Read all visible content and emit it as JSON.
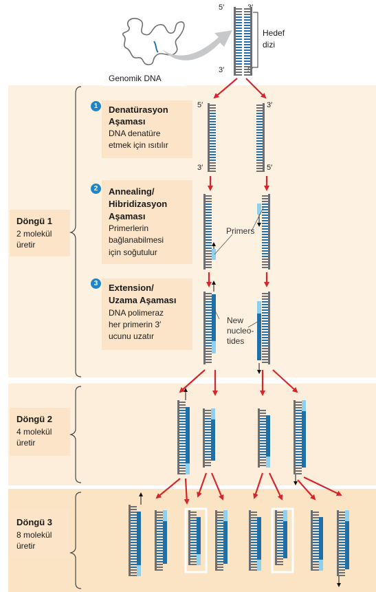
{
  "top": {
    "genomic_label": "Genomik DNA",
    "target_label_1": "Hedef",
    "target_label_2": "dizi",
    "p5": "5′",
    "p3": "3′"
  },
  "cycles": [
    {
      "title": "Döngü 1",
      "line1": "2 molekül",
      "line2": "üretir"
    },
    {
      "title": "Döngü 2",
      "line1": "4 molekül",
      "line2": "üretir"
    },
    {
      "title": "Döngü 3",
      "line1": "8 molekül",
      "line2": "üretir"
    }
  ],
  "steps": [
    {
      "num": "1",
      "t1": "Denatürasyon",
      "t2": "Aşaması",
      "d1": "DNA denatüre",
      "d2": "etmek için ısıtılır",
      "d3": ""
    },
    {
      "num": "2",
      "t1": "Annealing/",
      "t2": "Hibridizasyon",
      "t3": "Aşaması",
      "d1": "Primerlerin",
      "d2": "bağlanabilmesi",
      "d3": "için soğutulur"
    },
    {
      "num": "3",
      "t1": "Extension/",
      "t2": "Uzama Aşaması",
      "d1": "DNA polimeraz",
      "d2": "her primerin 3′",
      "d3": "ucunu uzatır"
    }
  ],
  "callouts": {
    "primers": "Primers",
    "new1": "New",
    "new2": "nucleo-",
    "new3": "tides"
  },
  "colors": {
    "cycle_bg_light": "#fdf1e2",
    "cycle_bg_mid": "#fceedb",
    "cycle_bg_dark": "#fbe4c3",
    "label_box": "#fce4c8",
    "dna_dark_blue": "#1f6fa8",
    "primer_light_blue": "#8fd0ee",
    "strand_gray": "#6d6e71",
    "arrow_red": "#d7262b"
  }
}
